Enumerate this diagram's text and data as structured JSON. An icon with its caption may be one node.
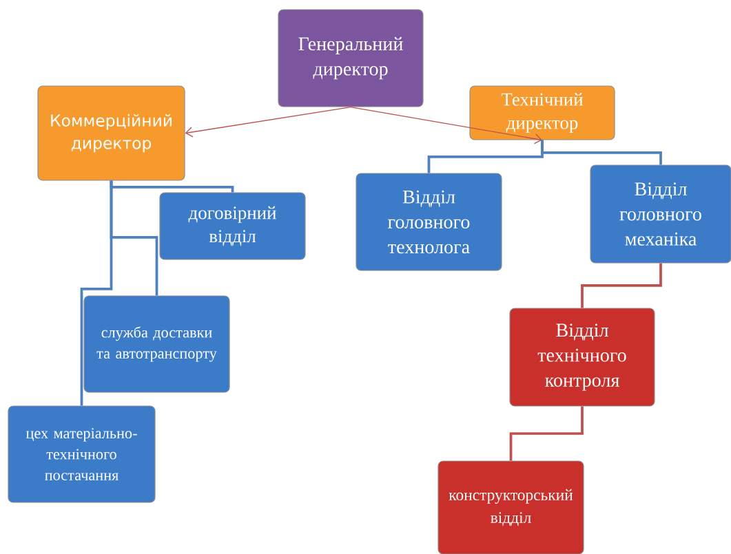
{
  "diagram": {
    "nodes": [
      {
        "text": [
          "Генеральний директор"
        ]
      },
      {
        "text": [
          "Коммерційний директор"
        ]
      },
      {
        "text": [
          "Технічний директор"
        ]
      },
      {
        "text": [
          "договірний відділ"
        ]
      },
      {
        "text": [
          "служба доставки та автотранспорту"
        ]
      },
      {
        "text": [
          "цех матеріально-технічного постачання"
        ]
      },
      {
        "text": [
          "Відділ головного технолога"
        ]
      },
      {
        "text": [
          "Відділ головного механіка"
        ]
      },
      {
        "text": [
          "Відділ технічного контроля"
        ]
      },
      {
        "text": [
          "конструкторський відділ"
        ]
      }
    ],
    "edges": [
      {
        "from": 0,
        "to": 1,
        "arrow": "to",
        "color": "#c0504d"
      },
      {
        "from": 0,
        "to": 2,
        "arrow": "to",
        "color": "#c0504d"
      },
      {
        "from": 1,
        "to": 3,
        "arrow": "none"
      },
      {
        "from": 1,
        "to": 4,
        "arrow": "none"
      },
      {
        "from": 1,
        "to": 5,
        "arrow": "none"
      },
      {
        "from": 2,
        "to": 6,
        "arrow": "none"
      },
      {
        "from": 2,
        "to": 7,
        "arrow": "none"
      },
      {
        "from": 7,
        "to": 8,
        "arrow": "none",
        "color": "#c0504d"
      },
      {
        "from": 8,
        "to": 9,
        "arrow": "none",
        "color": "#c0504d"
      }
    ]
  }
}
